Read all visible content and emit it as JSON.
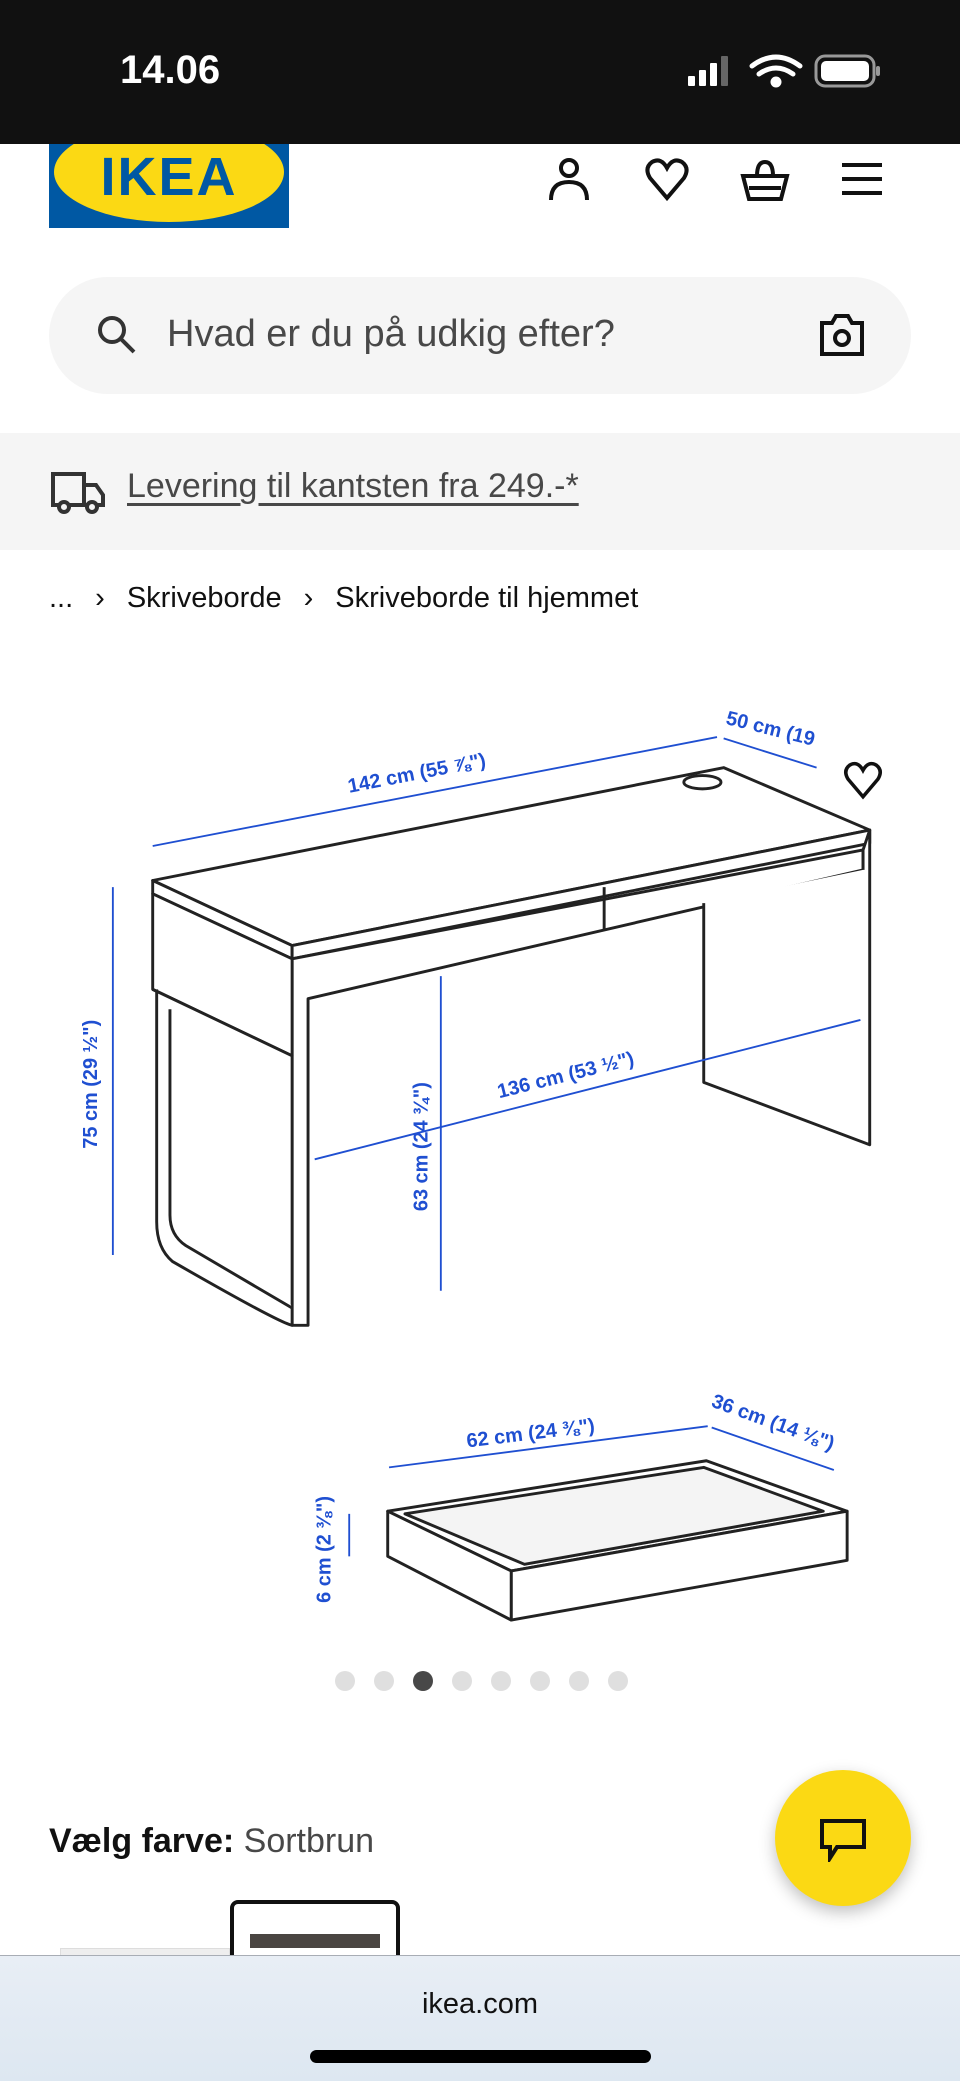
{
  "status_bar": {
    "time": "14.06"
  },
  "header": {
    "logo": "IKEA",
    "icons": [
      "person-icon",
      "heart-icon",
      "basket-icon",
      "menu-icon"
    ]
  },
  "search": {
    "placeholder": "Hvad er du på udkig efter?"
  },
  "delivery": {
    "text": "Levering til kantsten fra 249.-*"
  },
  "breadcrumb": {
    "items": [
      "...",
      "Skriveborde",
      "Skriveborde til hjemmet"
    ]
  },
  "product_image": {
    "dimensions": {
      "width": "142 cm (55 ⅞\")",
      "depth": "50 cm (19",
      "height": "75 cm (29 ½\")",
      "clearance_height": "63 cm (24 ¾\")",
      "inner_width": "136 cm (53 ½\")",
      "drawer_width": "62 cm (24 ⅜\")",
      "drawer_depth": "36 cm (14 ⅛\")",
      "drawer_height": "6 cm (2 ⅜\")"
    },
    "carousel": {
      "total": 8,
      "active": 3
    }
  },
  "color_picker": {
    "label": "Vælg farve:",
    "value": "Sortbrun"
  },
  "browser": {
    "url": "ikea.com"
  },
  "colors": {
    "ikea_blue": "#0058a3",
    "ikea_yellow": "#fbd914",
    "dimension_blue": "#1f4fd1"
  }
}
